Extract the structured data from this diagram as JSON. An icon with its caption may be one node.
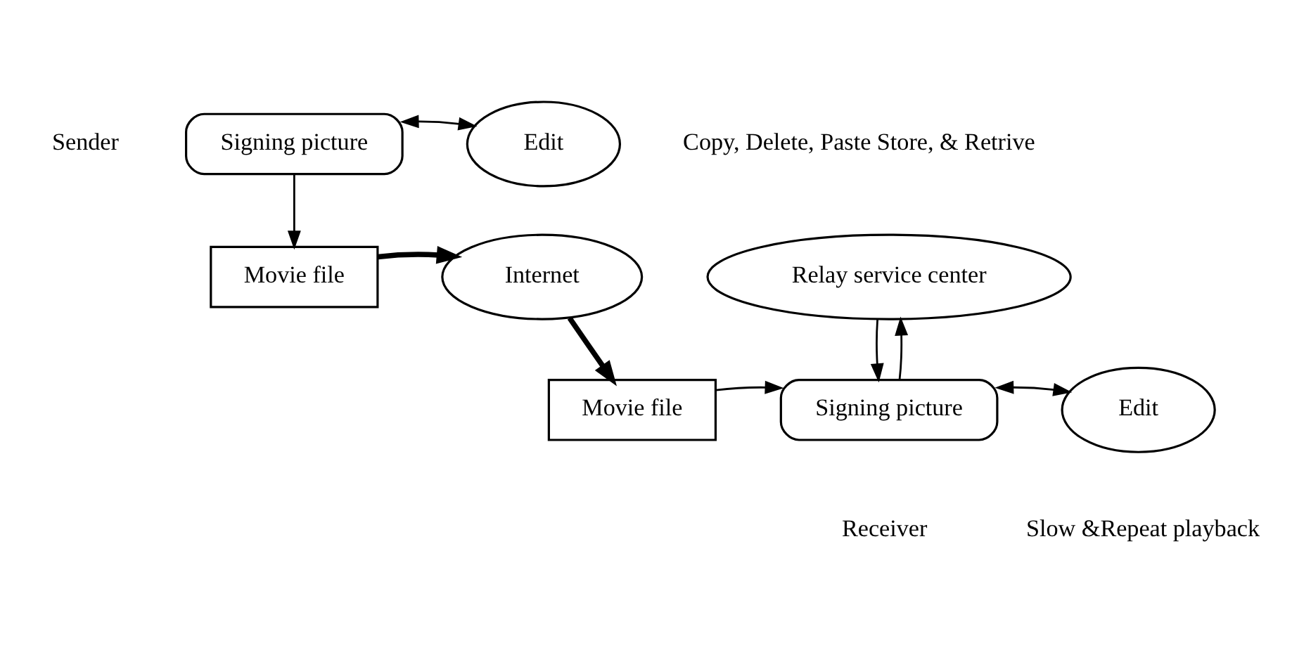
{
  "diagram": {
    "nodes": [
      {
        "text": [
          "Signing picture"
        ],
        "beside": [
          "Sender"
        ]
      },
      {
        "text": [
          "Edit"
        ],
        "beside": [
          "Copy, Delete, Paste Store, & Retrive"
        ]
      },
      {
        "text": [
          "Movie file"
        ]
      },
      {
        "text": [
          "Internet"
        ]
      },
      {
        "text": [
          "Relay service center"
        ]
      },
      {
        "text": [
          "Movie file"
        ]
      },
      {
        "text": [
          "Signing picture"
        ],
        "beside": [
          "Receiver"
        ]
      },
      {
        "text": [
          "Edit"
        ],
        "beside": [
          "Slow &Repeat playback"
        ]
      }
    ],
    "edges": [
      {
        "from": 0,
        "to": 1,
        "arrow": "both"
      },
      {
        "from": 0,
        "to": 2,
        "arrow": "to"
      },
      {
        "from": 2,
        "to": 3,
        "arrow": "to",
        "style": "thick"
      },
      {
        "from": 3,
        "to": 5,
        "arrow": "to",
        "style": "thick"
      },
      {
        "from": 5,
        "to": 6,
        "arrow": "to"
      },
      {
        "from": 6,
        "to": 4,
        "arrow": "to"
      },
      {
        "from": 4,
        "to": 6,
        "arrow": "to"
      },
      {
        "from": 6,
        "to": 7,
        "arrow": "both"
      }
    ]
  }
}
